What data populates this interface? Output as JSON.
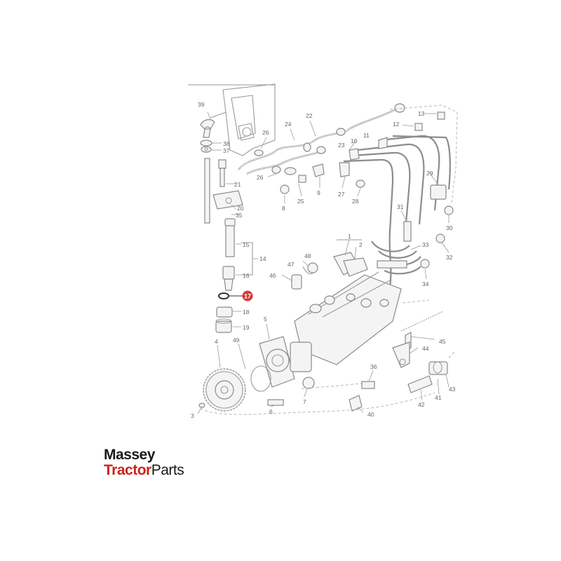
{
  "logo": {
    "line1": "Massey",
    "line2_a": "Tractor",
    "line2_b": "Parts",
    "colors": {
      "red": "#c8251d",
      "dark": "#1a1a1a"
    }
  },
  "diagram": {
    "highlight_label": "17",
    "highlight_color": "#d63a3a",
    "labels": [
      "39",
      "38",
      "37",
      "26",
      "24",
      "22",
      "13",
      "12",
      "11",
      "10",
      "9",
      "8",
      "21",
      "20",
      "35",
      "26",
      "25",
      "23",
      "27",
      "28",
      "29",
      "30",
      "31",
      "32",
      "33",
      "34",
      "15",
      "14",
      "16",
      "18",
      "19",
      "48",
      "47",
      "46",
      "1",
      "2",
      "5",
      "45",
      "44",
      "4",
      "49",
      "3",
      "6",
      "7",
      "36",
      "40",
      "42",
      "41",
      "43"
    ]
  }
}
